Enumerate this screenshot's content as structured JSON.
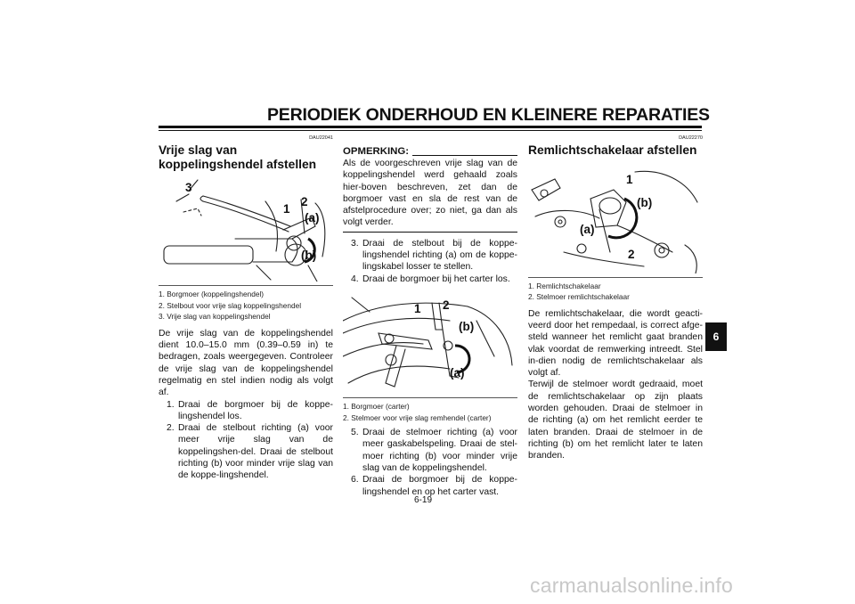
{
  "header": {
    "title": "PERIODIEK ONDERHOUD EN KLEINERE REPARATIES"
  },
  "page_number": "6-19",
  "chapter_tab": "6",
  "watermark": "carmanualsonline.info",
  "col1": {
    "code": "DAU22041",
    "title": "Vrije slag van koppelingshendel afstellen",
    "figure": {
      "callouts": [
        "3",
        "1",
        "2",
        "(a)",
        "(b)"
      ]
    },
    "legend": [
      "1. Borgmoer (koppelingshendel)",
      "2. Stelbout voor vrije slag koppelingshendel",
      "3. Vrije slag van koppelingshendel"
    ],
    "paragraph": "De vrije slag van de koppelingshendel dient 10.0–15.0 mm (0.39–0.59 in) te bedragen, zoals weergegeven. Controleer de vrije slag van de koppelingshendel regelmatig en stel indien nodig als volgt af.",
    "steps": [
      {
        "num": "1.",
        "text": "Draai de borgmoer bij de koppe-lingshendel los."
      },
      {
        "num": "2.",
        "text": "Draai de stelbout richting (a) voor meer vrije slag van de koppelingshen-del. Draai de stelbout richting (b) voor minder vrije slag van de koppe-lingshendel."
      }
    ]
  },
  "col2": {
    "note_title": "OPMERKING:",
    "note_text": "Als de voorgeschreven vrije slag van de koppelingshendel werd gehaald zoals hier-boven beschreven, zet dan de borgmoer vast en sla de rest van de afstelprocedure over; zo niet, ga dan als volgt verder.",
    "steps_a": [
      {
        "num": "3.",
        "text": "Draai de stelbout bij de koppe-lingshendel richting (a) om de koppe-lingskabel losser te stellen."
      },
      {
        "num": "4.",
        "text": "Draai de borgmoer bij het carter los."
      }
    ],
    "figure": {
      "callouts": [
        "1",
        "2",
        "(b)",
        "(a)"
      ]
    },
    "legend": [
      "1. Borgmoer (carter)",
      "2. Stelmoer voor vrije slag remhendel (carter)"
    ],
    "steps_b": [
      {
        "num": "5.",
        "text": "Draai de stelmoer richting (a) voor meer gaskabelspeling. Draai de stel-moer richting (b) voor minder vrije slag van de koppelingshendel."
      },
      {
        "num": "6.",
        "text": "Draai de borgmoer bij de koppe-lingshendel en op het carter vast."
      }
    ]
  },
  "col3": {
    "code": "DAU22270",
    "title": "Remlichtschakelaar afstellen",
    "figure": {
      "callouts": [
        "1",
        "(b)",
        "(a)",
        "2"
      ]
    },
    "legend": [
      "1. Remlichtschakelaar",
      "2. Stelmoer remlichtschakelaar"
    ],
    "paragraph1": "De remlichtschakelaar, die wordt geacti-veerd door het rempedaal, is correct afge-steld wanneer het remlicht gaat branden vlak voordat de remwerking intreedt. Stel in-dien nodig de remlichtschakelaar als volgt af.",
    "paragraph2": "Terwijl de stelmoer wordt gedraaid, moet de remlichtschakelaar op zijn plaats worden gehouden. Draai de stelmoer in de richting (a) om het remlicht eerder te laten branden. Draai de stelmoer in de richting (b) om het remlicht later te laten branden."
  }
}
